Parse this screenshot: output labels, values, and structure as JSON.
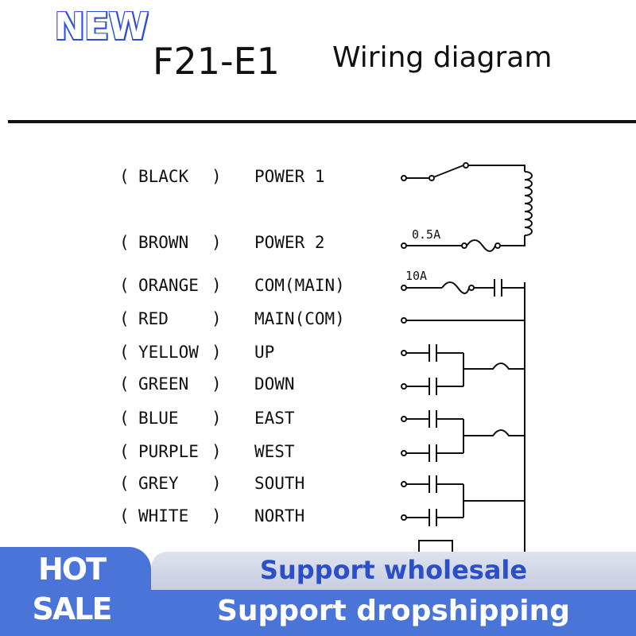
{
  "badge_new": "NEW",
  "header": {
    "model": "F21-E1",
    "title": "Wiring diagram"
  },
  "rows": [
    {
      "color": "BLACK",
      "function": "POWER 1"
    },
    {
      "color": "BROWN",
      "function": "POWER 2"
    },
    {
      "color": "ORANGE",
      "function": "COM(MAIN)"
    },
    {
      "color": "RED",
      "function": "MAIN(COM)"
    },
    {
      "color": "YELLOW",
      "function": "UP"
    },
    {
      "color": "GREEN",
      "function": "DOWN"
    },
    {
      "color": "BLUE",
      "function": "EAST"
    },
    {
      "color": "PURPLE",
      "function": "WEST"
    },
    {
      "color": "GREY",
      "function": "SOUTH"
    },
    {
      "color": "WHITE",
      "function": "NORTH"
    }
  ],
  "paren_left": "(",
  "paren_right": ")",
  "fuses": {
    "power": "0.5A",
    "main": "10A"
  },
  "banner": {
    "hot_line1": "HOT",
    "hot_line2": "SALE",
    "wholesale": "Support wholesale",
    "dropshipping": "Support dropshipping"
  },
  "colors": {
    "accent_blue": "#4a74d8",
    "text_blue": "#2a4fc9",
    "ink": "#111111"
  }
}
